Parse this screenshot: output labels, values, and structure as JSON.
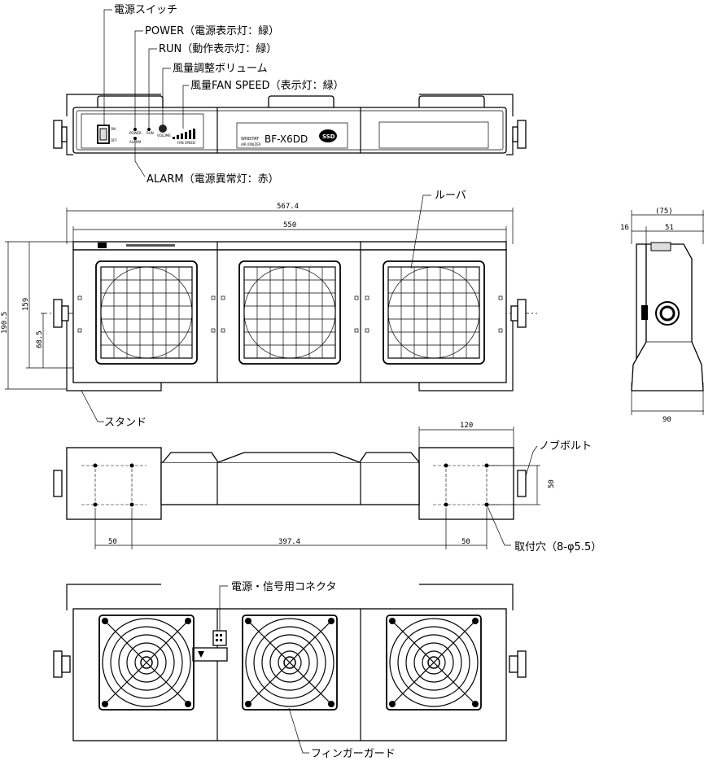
{
  "labels": {
    "power_switch": "電源スイッチ",
    "power_led": "POWER（電源表示灯：緑）",
    "run_led": "RUN（動作表示灯：緑）",
    "volume": "風量調整ボリューム",
    "fan_speed": "風量FAN SPEED（表示灯：緑）",
    "alarm": "ALARM（電源異常灯：赤）",
    "louver": "ルーバ",
    "stand": "スタンド",
    "knob_bolt": "ノブボルト",
    "mount_hole": "取付穴（8-φ5.5）",
    "connector": "電源・信号用コネクタ",
    "finger_guard": "フィンガーガード"
  },
  "device": {
    "brand": "WINSTAT",
    "sub": "AIR IONIZER",
    "model": "BF-X6DD",
    "logo": "SSD",
    "panel_power": "POWER",
    "panel_run": "RUN",
    "panel_alarm": "ALARM",
    "panel_volume": "VOLUME",
    "panel_fan": "FAN SPEED",
    "panel_on": "ON",
    "panel_off": "OFF"
  },
  "dimensions": {
    "overall_width": "567.4",
    "body_width": "550",
    "height_total": "190.5",
    "height_body": "159",
    "height_center": "68.5",
    "side_overall": "(75)",
    "side_left": "16",
    "side_right": "51",
    "side_base": "90",
    "stand_width": "120",
    "stand_depth": "50",
    "hole_left": "50",
    "hole_center": "397.4",
    "hole_right": "50"
  }
}
